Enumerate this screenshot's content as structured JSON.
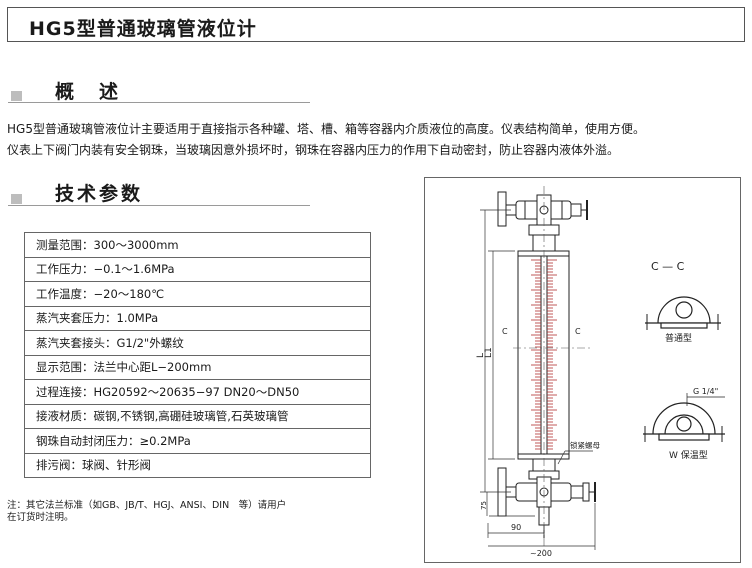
{
  "page_title": "HG5型普通玻璃管液位计",
  "overview": {
    "heading": "概　述",
    "line1": "HG5型普通玻璃管液位计主要适用于直接指示各种罐、塔、槽、箱等容器内介质液位的高度。仪表结构简单，使用方便。",
    "line2": "仪表上下阀门内装有安全钢珠，当玻璃因意外损坏时，钢珠在容器内压力的作用下自动密封，防止容器内液体外溢。"
  },
  "tech": {
    "heading": "技术参数",
    "rows": [
      "测量范围：300～3000mm",
      "工作压力：−0.1～1.6MPa",
      "工作温度：−20～180℃",
      "蒸汽夹套压力：1.0MPa",
      "蒸汽夹套接头：G1/2\"外螺纹",
      "显示范围：法兰中心距L−200mm",
      "过程连接：HG20592～20635−97 DN20～DN50",
      "接液材质：碳钢,不锈钢,高硼硅玻璃管,石英玻璃管",
      "钢珠自动封闭压力：≥0.2MPa",
      "排污阀：球阀、针形阀"
    ],
    "note_line1": "注：其它法兰标准（如GB、JB/T、HGJ、ANSI、DIN　等）请用户",
    "note_line2": "在订货时注明。"
  },
  "drawing": {
    "section_label": "C — C",
    "type_normal": "普通型",
    "type_insulated": "W 保温型",
    "thread_label": "G 1/4\"",
    "nut_label": "锁紧螺母",
    "dim_L": "L",
    "dim_L1": "L1",
    "dim_c": "C",
    "dim_75": "75",
    "dim_90": "90",
    "dim_200": "~200"
  }
}
